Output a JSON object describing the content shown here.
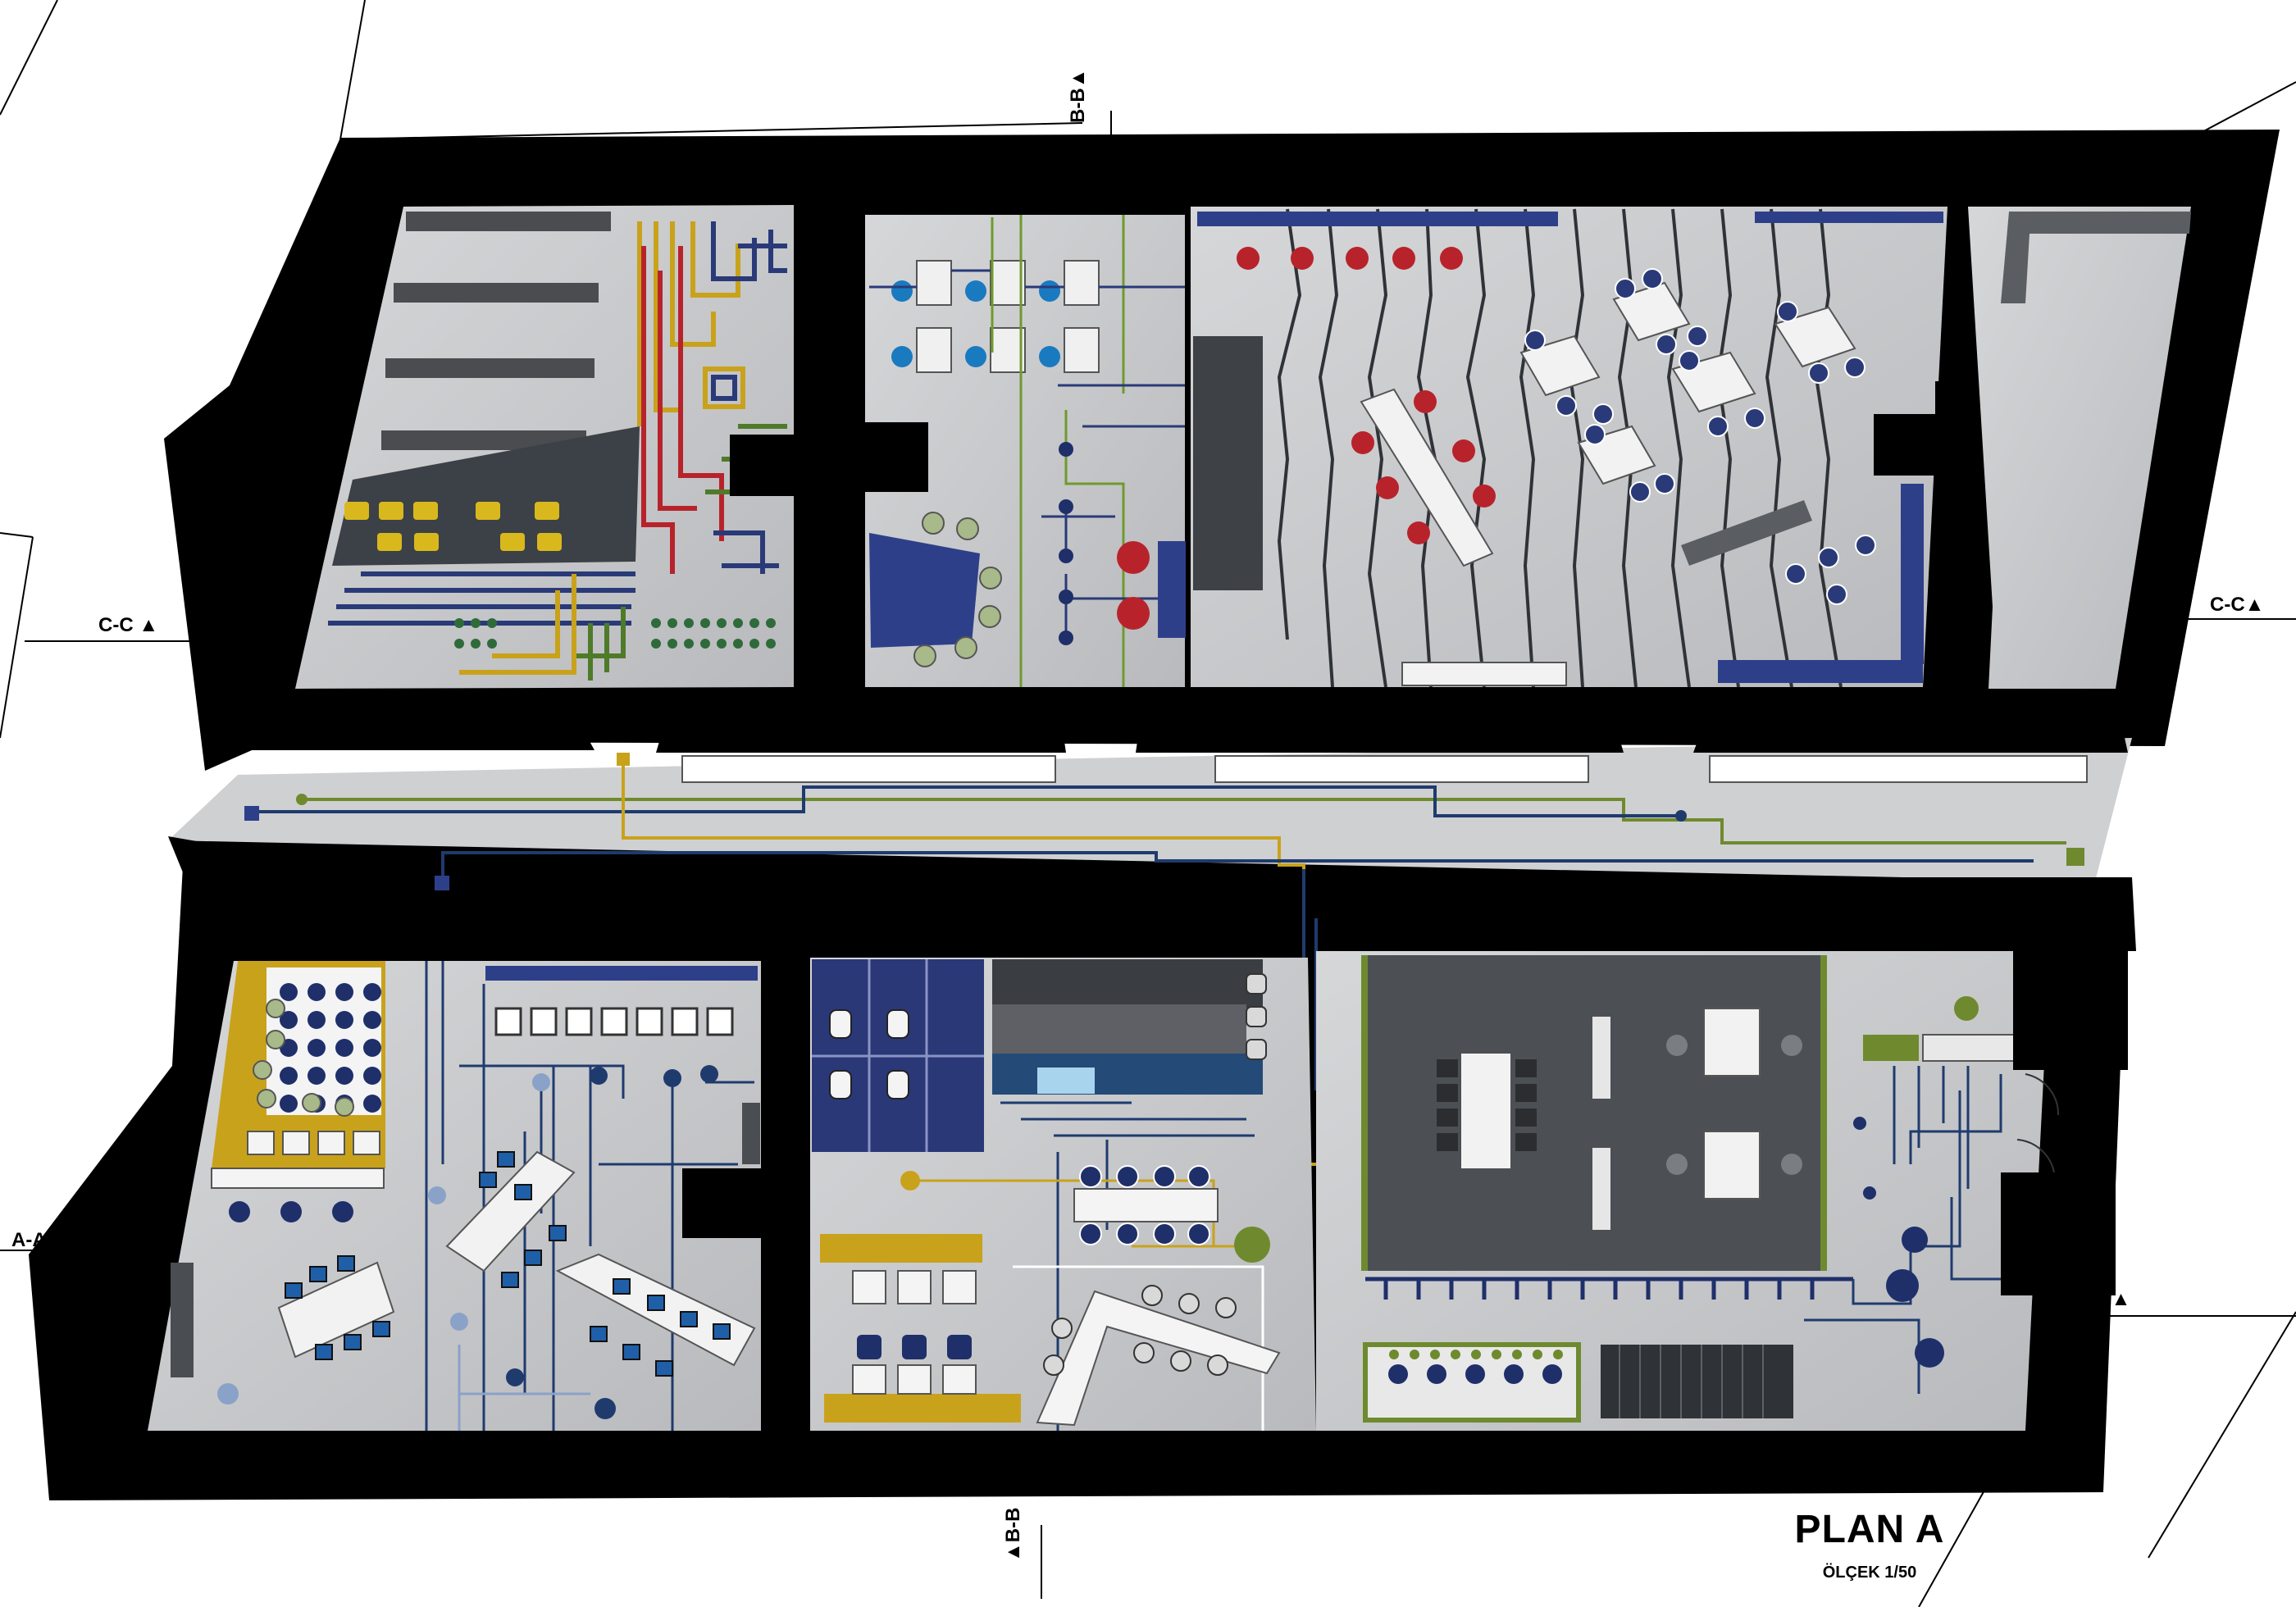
{
  "plan": {
    "title": "PLAN A",
    "scale": "ÖLÇEK 1/50"
  },
  "section_marks": {
    "a_left": "A-A▲",
    "a_right": "A-A▲",
    "b_top": "B-B▲",
    "b_bottom": "▲B-B",
    "c_left": "C-C ▲",
    "c_right": "C-C▲"
  },
  "colors": {
    "wall": "#000000",
    "floor": "#c9cacc",
    "corridor": "#cfd0d2",
    "navy": "#2a3a78",
    "olive": "#6f8a2e",
    "mustard": "#c9a21b",
    "red": "#b8232b",
    "dark_grey": "#3a3d40",
    "pipe_blue": "#1f3b6e",
    "pipe_green": "#4f7a2a",
    "pipe_yellow": "#c9a21b"
  }
}
